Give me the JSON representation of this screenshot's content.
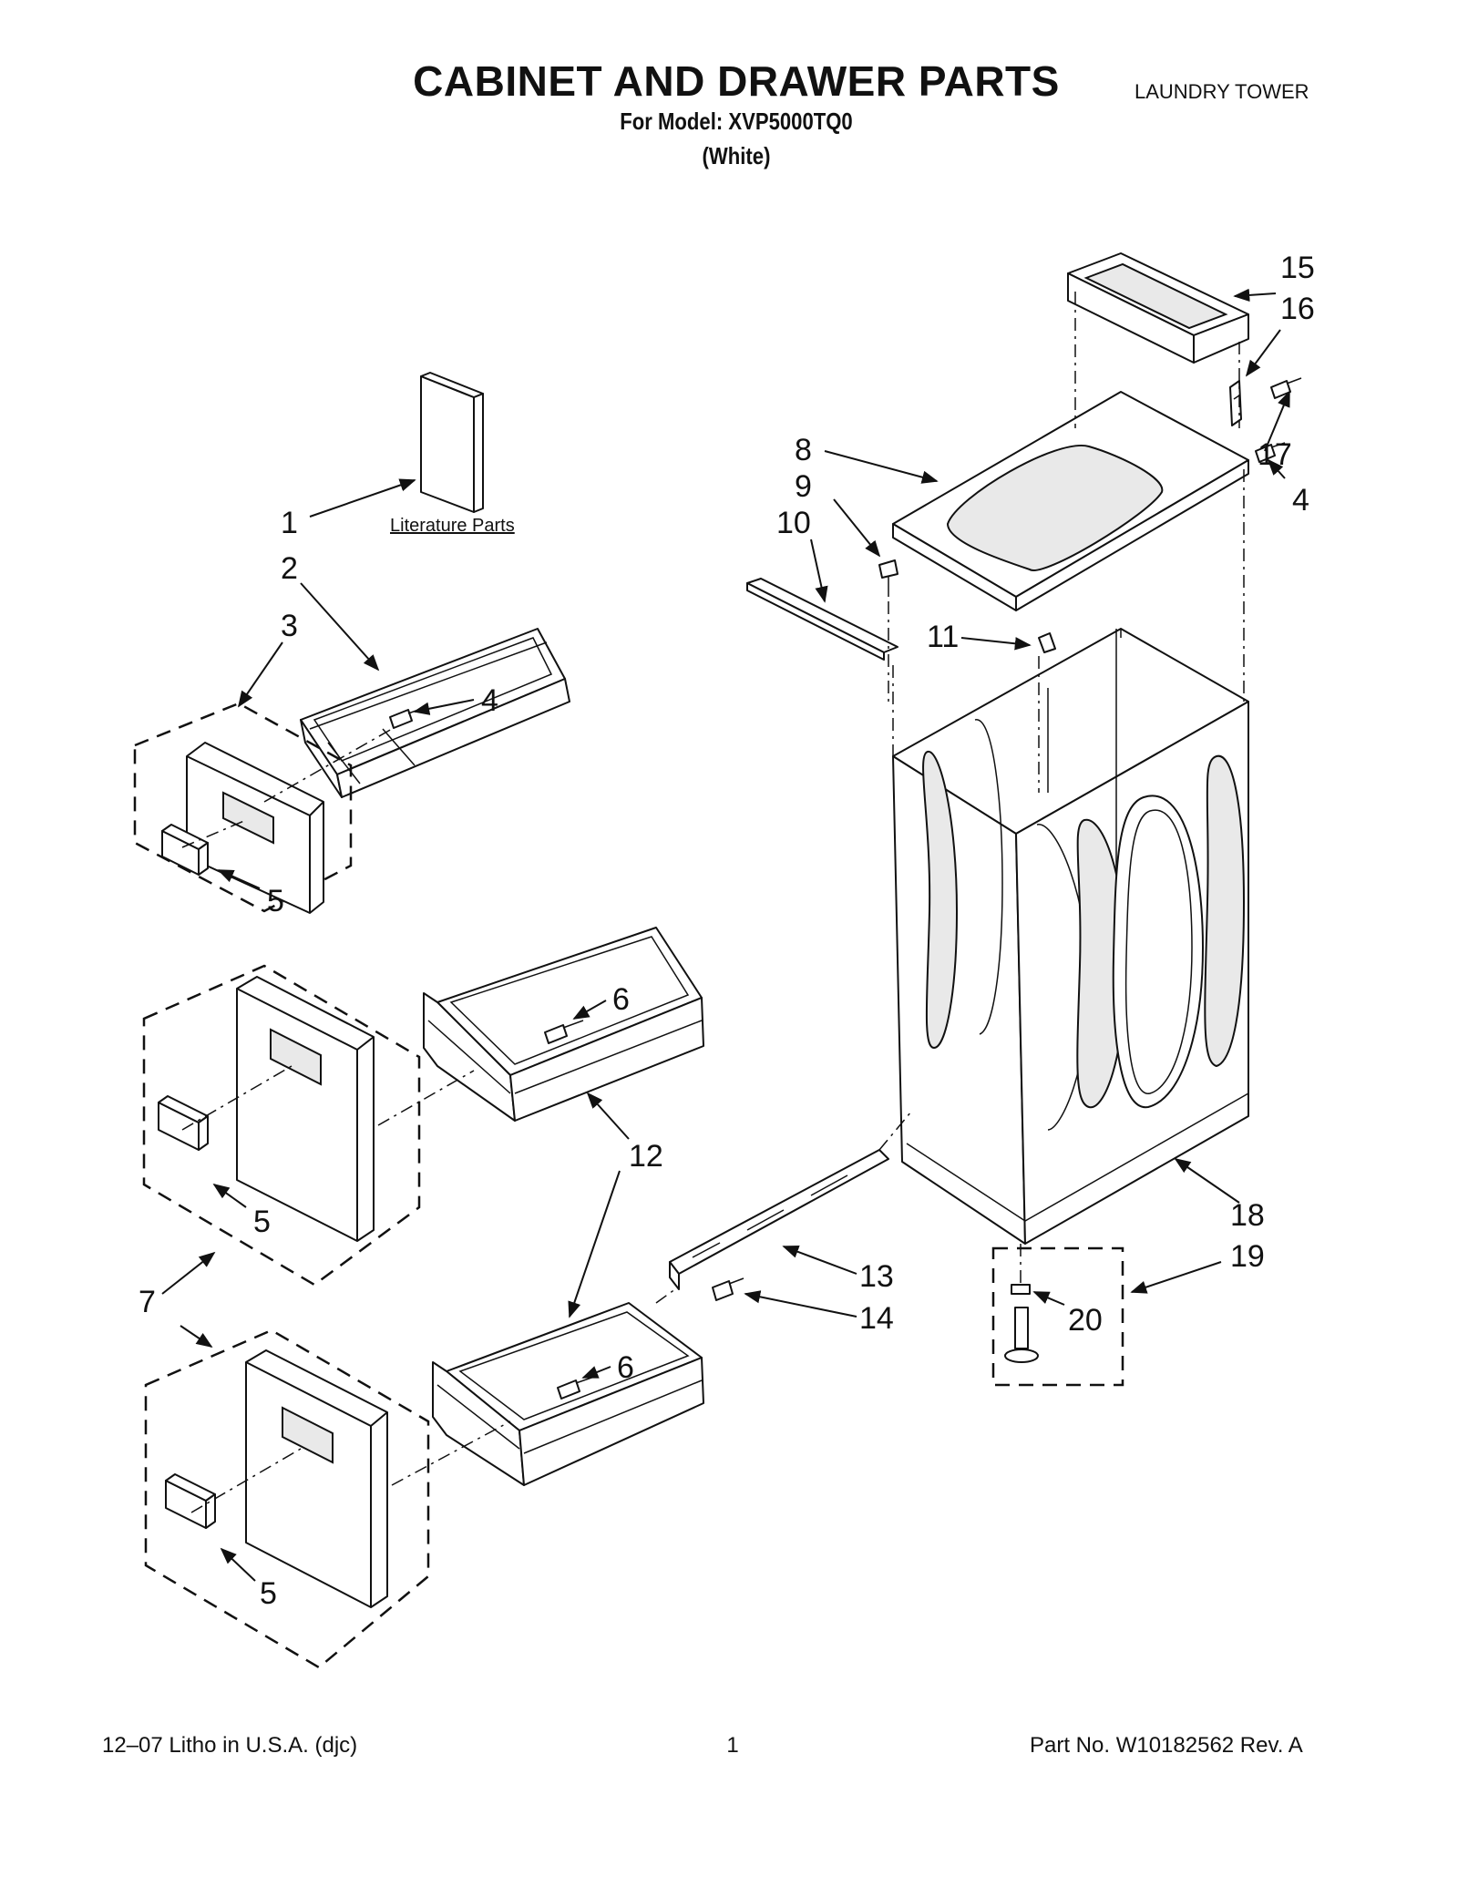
{
  "header": {
    "title": "CABINET AND DRAWER PARTS",
    "model_line": "For Model: XVP5000TQ0",
    "color_line": "(White)",
    "category": "LAUNDRY TOWER"
  },
  "diagram": {
    "literature_label": "Literature Parts",
    "callouts": {
      "c1": "1",
      "c2": "2",
      "c3": "3",
      "c4a": "4",
      "c4b": "4",
      "c5a": "5",
      "c5b": "5",
      "c5c": "5",
      "c6a": "6",
      "c6b": "6",
      "c7": "7",
      "c8": "8",
      "c9": "9",
      "c10": "10",
      "c11": "11",
      "c12": "12",
      "c13": "13",
      "c14": "14",
      "c15": "15",
      "c16": "16",
      "c17": "17",
      "c18": "18",
      "c19": "19",
      "c20": "20"
    }
  },
  "footer": {
    "left": "12–07 Litho in U.S.A. (djc)",
    "page_number": "1",
    "part_number": "Part No. W10182562 Rev. A"
  }
}
